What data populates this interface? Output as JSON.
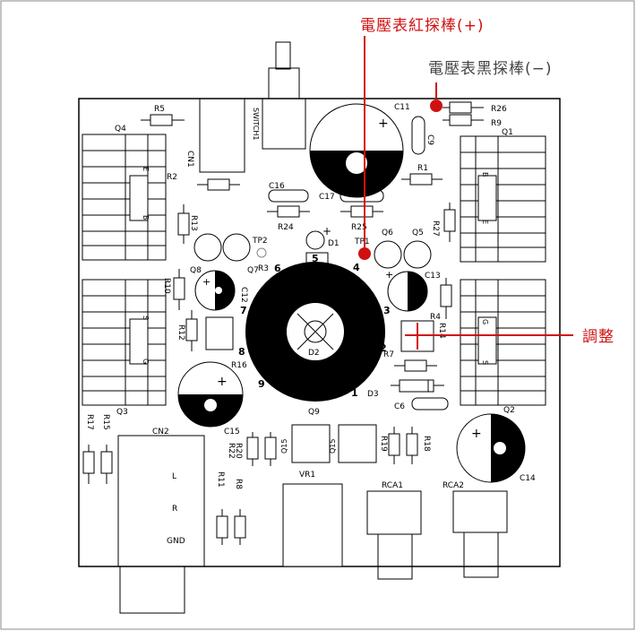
{
  "annotations": {
    "red_probe": "電壓表紅探棒(+)",
    "black_probe": "電壓表黑探棒(−)",
    "adjust": "調整"
  },
  "components": {
    "R5": "R5",
    "R2": "R2",
    "R1": "R1",
    "R3": "R3",
    "R4": "R4",
    "R7": "R7",
    "R8": "R8",
    "R9": "R9",
    "R10": "R10",
    "R11": "R11",
    "R12": "R12",
    "R13": "R13",
    "R14": "R14",
    "R15": "R15",
    "R16": "R16",
    "R17": "R17",
    "R18": "R18",
    "R19": "R19",
    "R20": "R20",
    "R22": "R22",
    "R24": "R24",
    "R25": "R25",
    "R26": "R26",
    "R27": "R27",
    "C6": "C6",
    "C9": "C9",
    "C11": "C11",
    "C12": "C12",
    "C13": "C13",
    "C14": "C14",
    "C15": "C15",
    "C16": "C16",
    "C17": "C17",
    "Q1": "Q1",
    "Q2": "Q2",
    "Q3": "Q3",
    "Q4": "Q4",
    "Q5": "Q5",
    "Q6": "Q6",
    "Q7": "Q7",
    "Q8": "Q8",
    "Q9": "Q9",
    "D1": "D1",
    "D2": "D2",
    "D3": "D3",
    "TP1": "TP1",
    "TP2": "TP2",
    "CN1": "CN1",
    "CN2": "CN2",
    "SWITCH1": "SWITCH1",
    "VR1": "VR1",
    "RCA1": "RCA1",
    "RCA2": "RCA2"
  },
  "pins": {
    "p1": "1",
    "p2": "2",
    "p3": "3",
    "p4": "4",
    "p5": "5",
    "p6": "6",
    "p7": "7",
    "p8": "8",
    "p9": "9"
  },
  "connector": {
    "L": "L",
    "R": "R",
    "GND": "GND"
  },
  "heatsink_marks": {
    "B": "B",
    "E": "E",
    "G": "G",
    "S": "S"
  },
  "pot_marks": {
    "left": "Q15",
    "right": "Q15"
  },
  "colors": {
    "red": "#d01010",
    "gray": "#444444",
    "line": "#000000"
  }
}
